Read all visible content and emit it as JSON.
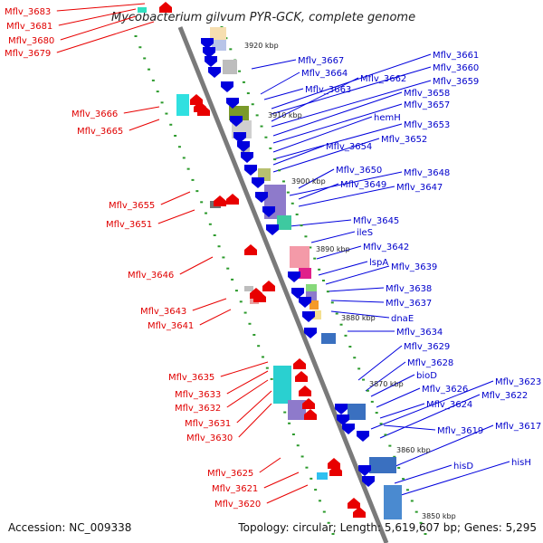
{
  "title": "Mycobacterium gilvum PYR-GCK, complete genome",
  "accession": "Accession: NC_009338",
  "topology": "Topology: circular; Length: 5,619,607 bp; Genes: 5,295",
  "scale": [
    "3920 kbp",
    "3910 kbp",
    "3900 kbp",
    "3890 kbp",
    "3880 kbp",
    "3870 kbp",
    "3860 kbp",
    "3850 kbp"
  ],
  "left_labels": [
    "Mflv_3683",
    "Mflv_3681",
    "Mflv_3680",
    "Mflv_3679",
    "Mflv_3666",
    "Mflv_3665",
    "Mflv_3655",
    "Mflv_3651",
    "Mflv_3646",
    "Mflv_3643",
    "Mflv_3641",
    "Mflv_3635",
    "Mflv_3633",
    "Mflv_3632",
    "Mflv_3631",
    "Mflv_3630",
    "Mflv_3625",
    "Mflv_3621",
    "Mflv_3620"
  ],
  "right_labels": [
    "Mflv_3667",
    "Mflv_3661",
    "Mflv_3664",
    "Mflv_3660",
    "Mflv_3663",
    "Mflv_3662",
    "Mflv_3659",
    "Mflv_3658",
    "Mflv_3657",
    "hemH",
    "Mflv_3653",
    "Mflv_3654",
    "Mflv_3652",
    "Mflv_3650",
    "Mflv_3648",
    "Mflv_3649",
    "Mflv_3647",
    "Mflv_3645",
    "ileS",
    "Mflv_3642",
    "lspA",
    "Mflv_3639",
    "Mflv_3638",
    "Mflv_3637",
    "dnaE",
    "Mflv_3634",
    "Mflv_3629",
    "Mflv_3628",
    "bioD",
    "Mflv_3623",
    "Mflv_3626",
    "Mflv_3622",
    "Mflv_3624",
    "Mflv_3619",
    "Mflv_3617",
    "hisD",
    "hisH"
  ],
  "colors": {
    "forward": "#e80000",
    "reverse": "#0000dd",
    "axis": "#808080",
    "dots": "#2c9a2c"
  }
}
